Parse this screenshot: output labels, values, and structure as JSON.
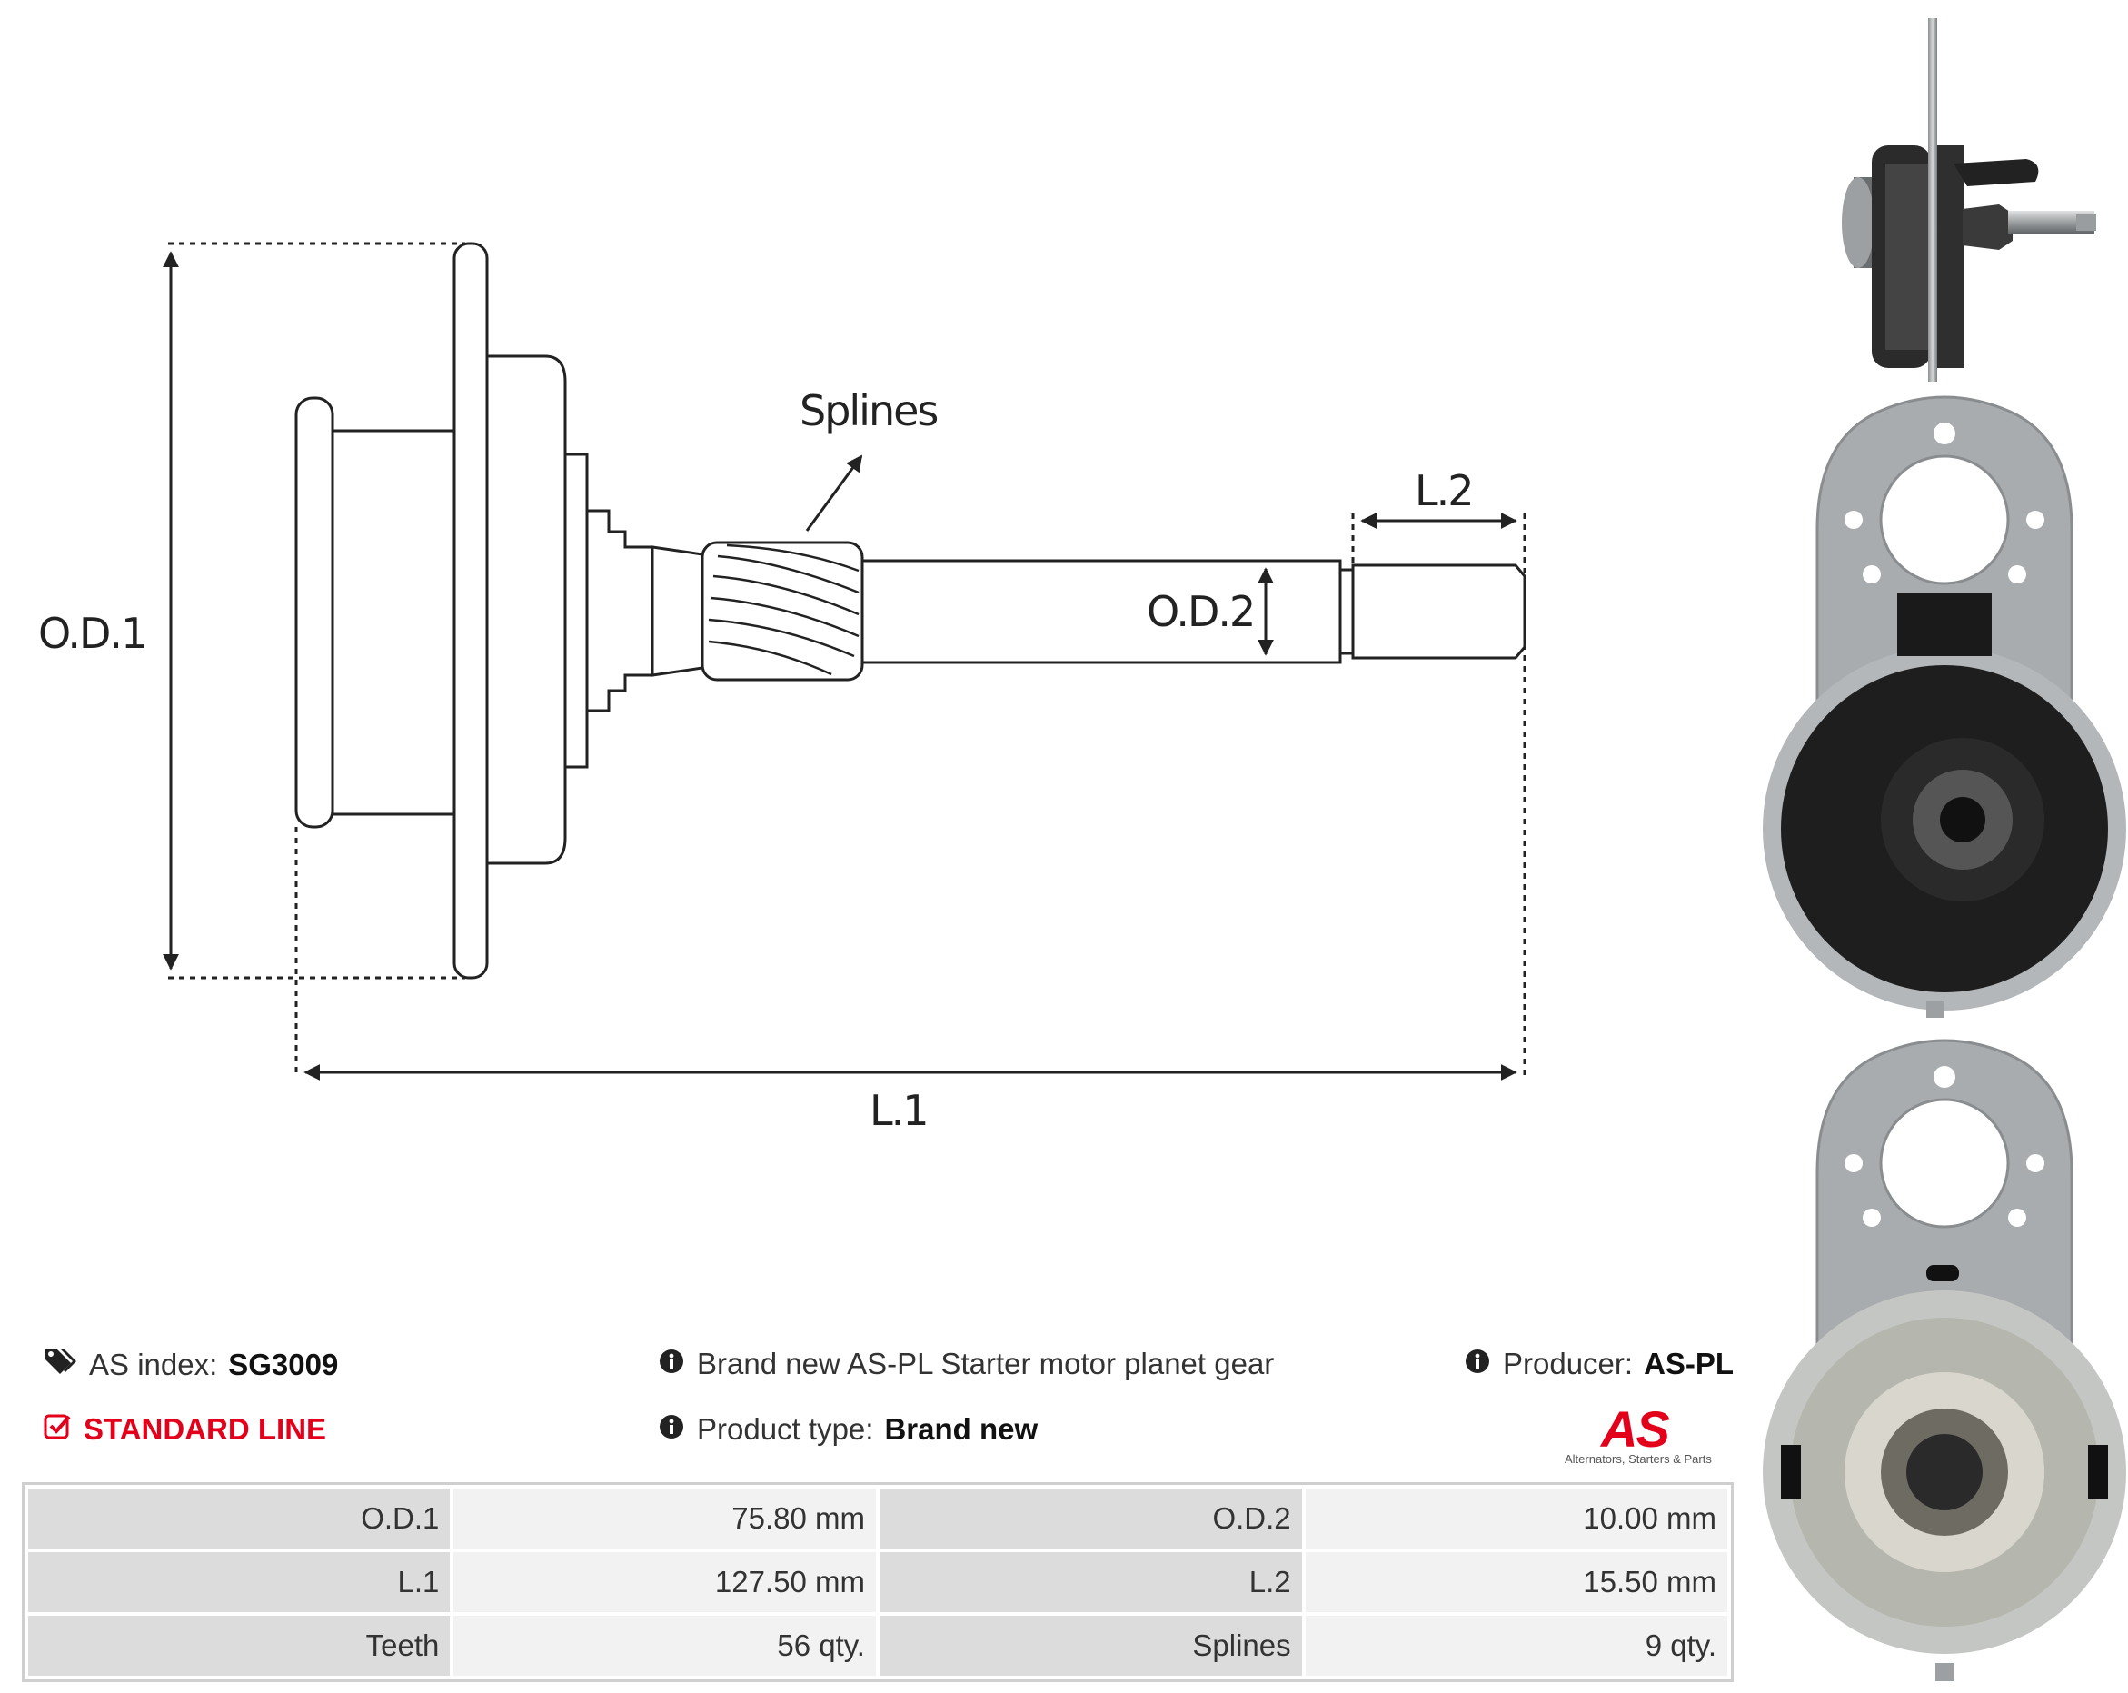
{
  "drawing": {
    "labels": {
      "od1": "O.D.1",
      "od2": "O.D.2",
      "l1": "L.1",
      "l2": "L.2",
      "splines": "Splines"
    }
  },
  "header": {
    "index_label": "AS index:",
    "index_value": "SG3009",
    "line_label": "STANDARD LINE",
    "description": "Brand new AS-PL Starter motor planet gear",
    "product_type_label": "Product type:",
    "product_type_value": "Brand new",
    "producer_label": "Producer:",
    "producer_value": "AS-PL"
  },
  "logo": {
    "mark": "AS",
    "tagline": "Alternators, Starters & Parts"
  },
  "specs": [
    {
      "k1": "O.D.1",
      "v1": "75.80 mm",
      "k2": "O.D.2",
      "v2": "10.00 mm"
    },
    {
      "k1": "L.1",
      "v1": "127.50 mm",
      "k2": "L.2",
      "v2": "15.50 mm"
    },
    {
      "k1": "Teeth",
      "v1": "56 qty.",
      "k2": "Splines",
      "v2": "9 qty."
    }
  ],
  "colors": {
    "accent": "#e3001b",
    "table_key_bg": "#dcdcdc",
    "table_value_bg": "#f2f2f2"
  },
  "icons": {
    "index": "tags-icon",
    "line": "check-square-icon",
    "info": "info-circle-icon"
  }
}
